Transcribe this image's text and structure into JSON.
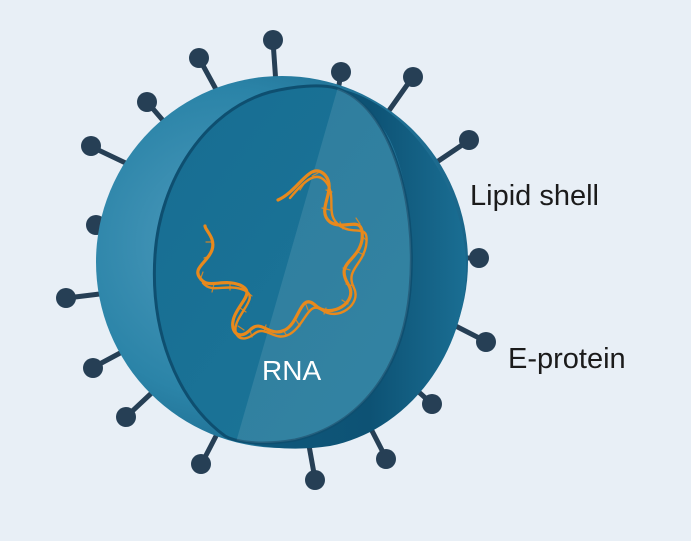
{
  "labels": {
    "lipid_shell": "Lipid shell",
    "e_protein": "E-protein",
    "rna": "RNA"
  },
  "colors": {
    "background": "#e8eff6",
    "shell_light": "#4b97b8",
    "shell_mid": "#1f7a9e",
    "shell_dark": "#0f5678",
    "inner_face": "#1a7296",
    "inner_face_light": "#2f8cae",
    "spike": "#263f55",
    "rna_strand": "#e8891c",
    "label_dark": "#1b1b1b",
    "label_light": "#ffffff"
  }
}
